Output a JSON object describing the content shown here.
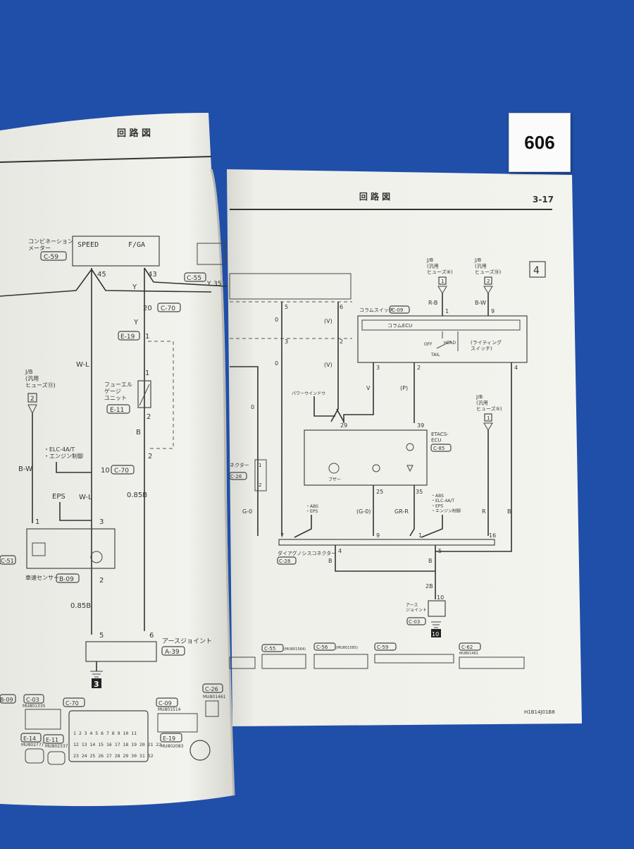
{
  "tag": "606",
  "left_page": {
    "header": "回 路 図",
    "page_mark": "3",
    "meter_label": "コンビネーション\nメーター",
    "meter_connector": "C-59",
    "speed": "SPEED",
    "fga": "F/GA",
    "pin45": "45",
    "pin43": "43",
    "conn_c55": "C-55",
    "pin35": "35",
    "wire_y_top": "Y",
    "wire_y_right": "Y",
    "pin20": "20",
    "conn_c70": "C-70",
    "wire_y_mid": "Y",
    "conn_e19": "E-19",
    "pin1_e19": "1",
    "wire_wl": "W-L",
    "fuse_label": "J/B\n(汎用\nヒューズ⑬)",
    "fuse_pin": "2",
    "fuel_label": "フューエル\nゲージ\nユニット",
    "conn_e11": "E-11",
    "pin1_fuel": "1",
    "pin2_fuel": "2",
    "wire_b": "B",
    "pin2_lower": "2",
    "elc_note": "・ELC-4A/T\n・エンジン制御",
    "wire_bw": "B-W",
    "pin10": "10",
    "conn_c70_b": "C-70",
    "eps": "EPS",
    "wire_wl2": "W-L",
    "wire_085b": "0.85B",
    "pin1_speed": "1",
    "pin3_speed": "3",
    "speed_sensor_label": "車速センサー",
    "conn_b09": "B-09",
    "pin2_sensor": "2",
    "wire_085b_2": "0.85B",
    "pin5": "5",
    "pin6": "6",
    "earth_joint": "アースジョイント",
    "conn_a39": "A-39",
    "conn_c51": "C-51",
    "connectors": [
      "B-09",
      "C-03",
      "C-70",
      "C-09",
      "C-26",
      "E-14",
      "E-11",
      "E-19"
    ],
    "part_numbers": [
      "MU801335",
      "MU801514",
      "MU801461",
      "MU802777",
      "MU802337",
      "MU802083"
    ],
    "c70_row1": "1 2 3 4 5 6 7 8 9 10 11",
    "c70_row2": "12 13 14 15 16 17 18 19 20 21 22",
    "c70_row3": "23 24 25 26 27 28 29 30 31 32"
  },
  "right_page": {
    "header": "回 路 図",
    "page_number": "3-17",
    "section_number": "4",
    "jb_fuse8": "J/B\n(汎用\nヒューズ⑧)",
    "jb_fuse18": "J/B\n(汎用\nヒューズ⑱)",
    "fuse_pin_1": "1",
    "fuse_pin_2": "2",
    "wire_rb": "R-B",
    "wire_bw": "B-W",
    "pin1_col": "1",
    "pin9_col": "9",
    "column_switch": "コラムスイッチ",
    "conn_c09": "C-09",
    "column_ecu": "コラムECU",
    "off": "OFF",
    "head": "HEAD",
    "tail": "TAIL",
    "lighting_switch": "(ライティング\nスイッチ)",
    "pin5": "5",
    "pin6": "6",
    "pin3_a": "3",
    "pin2_a": "2",
    "wire_0_a": "0",
    "wire_v_a": "(V)",
    "wire_0_b": "0",
    "wire_v_b": "(V)",
    "pin3_b": "3",
    "pin2_b": "2",
    "pin4": "4",
    "power_window": "パワーウインドウ",
    "wire_v": "V",
    "wire_p": "(P)",
    "wire_0_c": "0",
    "jb_fuse5": "J/B\n(汎用\nヒューズ⑤)",
    "fuse_pin_5": "1",
    "pin29": "29",
    "pin39": "39",
    "etacs": "ETACS-\nECU",
    "conn_c85": "C-85",
    "buzzer": "ブザー",
    "connector_label": "ネクター",
    "conn_c26": "C-26",
    "pin1_c26": "1",
    "pin2_c26": "2",
    "pin25": "25",
    "pin35": "35",
    "abs_eps": "・ABS\n・EPS",
    "abs_list": "・ABS\n・ELC-4A/T\n・EPS\n・エンジン制御",
    "wire_g0": "G-0",
    "wire_g0_p": "(G-0)",
    "wire_grr": "GR-R",
    "wire_r": "R",
    "wire_b_right": "B",
    "pin7": "7",
    "pin9": "9",
    "pin1_diag": "1",
    "pin16": "16",
    "diag_connector": "ダイアグノシスコネクター",
    "conn_c28": "C-28",
    "pin4_diag": "4",
    "pin5_diag": "5",
    "wire_b1": "B",
    "wire_b2": "B",
    "wire_2b": "2B",
    "pin10": "10",
    "earth_joint": "アース\nジョイント",
    "conn_c03": "C-03",
    "ground_num": "10",
    "bottom_c55": "C-55",
    "bottom_c55_pn": "(MU801564)",
    "bottom_c56": "C-56",
    "bottom_c56_pn": "(MU801585)",
    "bottom_c59": "C-59",
    "bottom_c62": "C-62",
    "bottom_c62_pn": "MU801461",
    "doc_code": "H1B14J01B8"
  }
}
